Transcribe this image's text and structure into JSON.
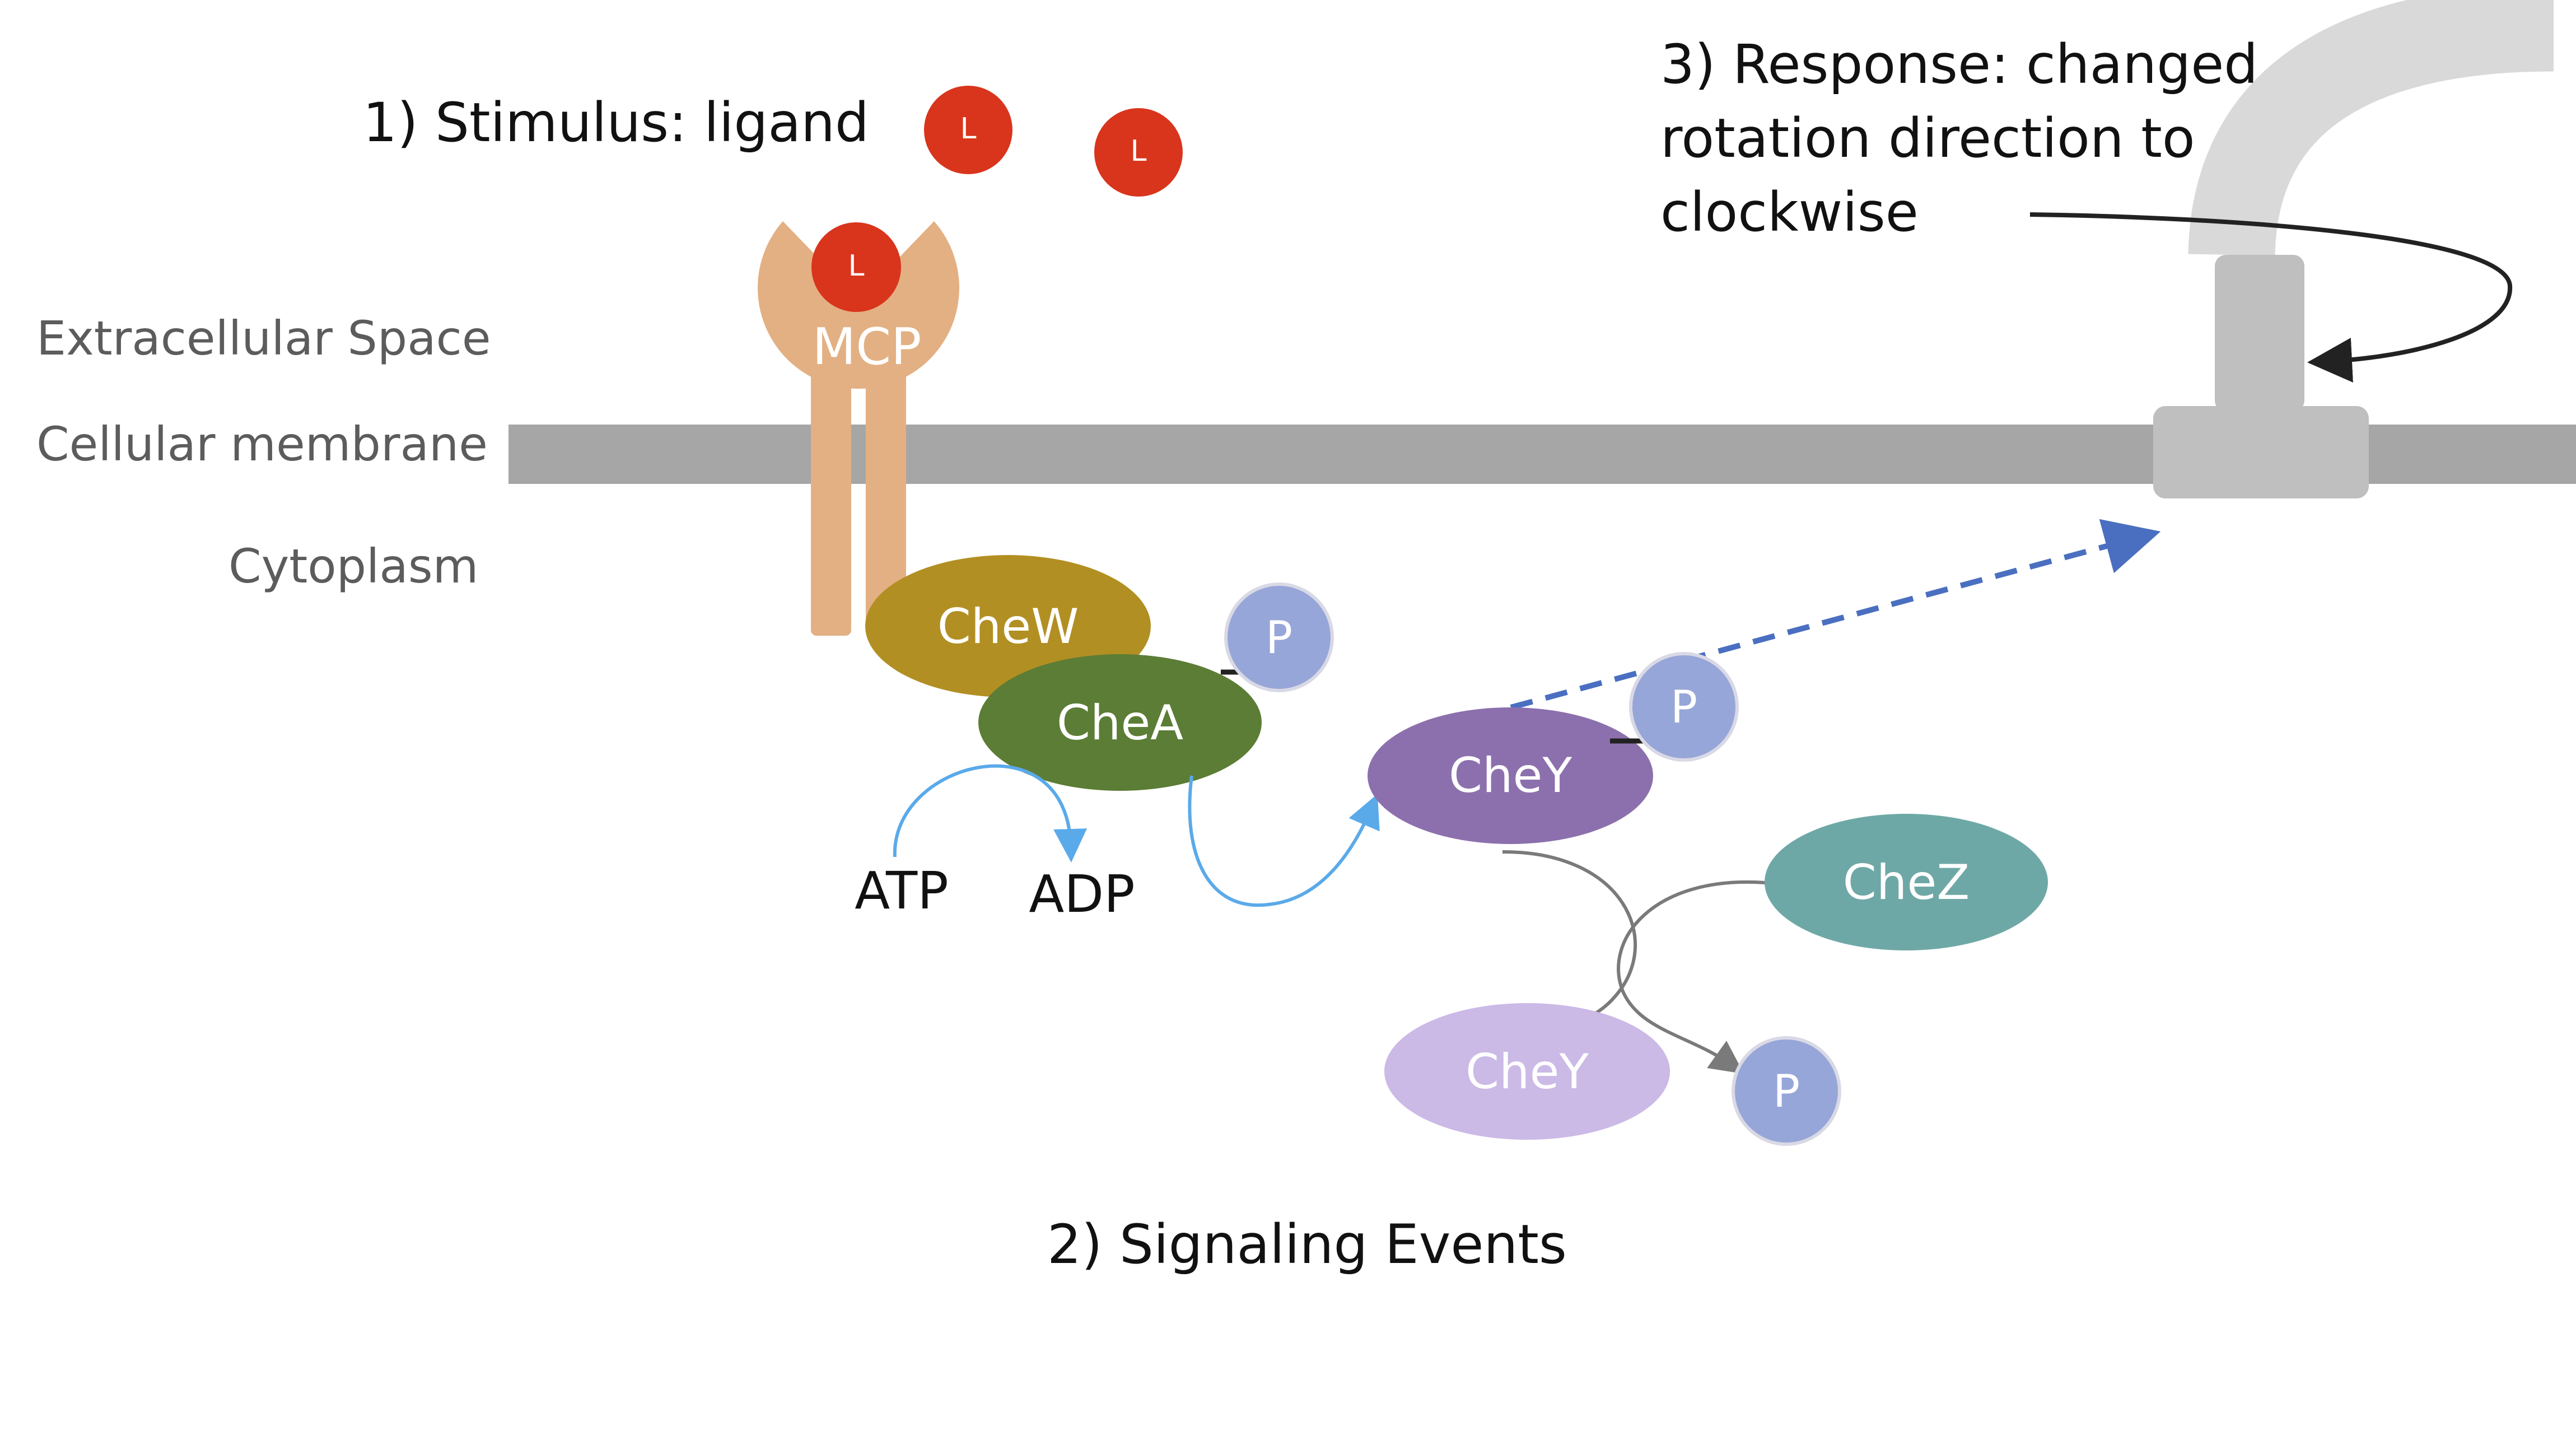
{
  "colors": {
    "membrane": "#a6a6a6",
    "motor": "#bfbfbf",
    "flagellum": "#d9d9d9",
    "mcp": "#e3b083",
    "ligand": "#d8351c",
    "chew": "#b28f23",
    "chea": "#5c7d35",
    "chey_active": "#8c70ad",
    "chey_inactive": "#cbb9e6",
    "chez": "#6ea8a6",
    "phosphate": "#97a6d8",
    "blue_arrow": "#5aaaea",
    "dashed_arrow": "#4a6fc0",
    "gray_arrow": "#7a7a7a",
    "black_arrow": "#222222"
  },
  "regions": {
    "extracellular": "Extracellular Space",
    "membrane": "Cellular membrane",
    "cytoplasm": "Cytoplasm"
  },
  "steps": {
    "stimulus": "1) Stimulus: ligand",
    "signaling": "2) Signaling Events",
    "response_line1": "3) Response: changed",
    "response_line2": "rotation direction to",
    "response_line3": "clockwise"
  },
  "molecules": {
    "ligand": "L",
    "mcp": "MCP",
    "chew": "CheW",
    "chea": "CheA",
    "chey": "CheY",
    "chey_dephosphorylated": "CheY",
    "chez": "CheZ",
    "phosphate": "P",
    "atp": "ATP",
    "adp": "ADP"
  }
}
